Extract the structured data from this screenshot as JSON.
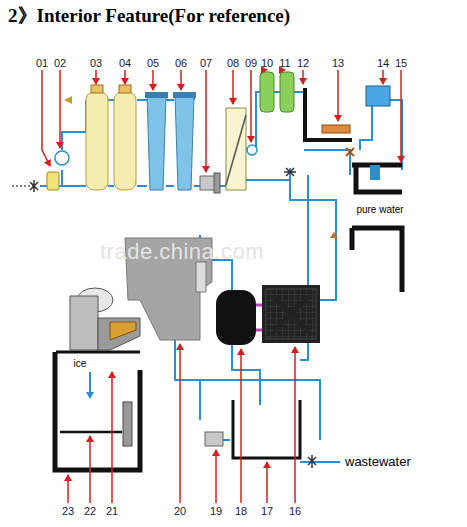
{
  "diagram": {
    "title": "2》Interior Feature(For reference)",
    "labels": [
      "01",
      "02",
      "03",
      "04",
      "05",
      "06",
      "07",
      "08",
      "09",
      "10",
      "11",
      "12",
      "13",
      "14",
      "15",
      "pure water",
      "trade.china.com",
      "ice",
      "wastewater",
      "23",
      "22",
      "21",
      "20",
      "19",
      "18",
      "17",
      "16"
    ]
  }
}
